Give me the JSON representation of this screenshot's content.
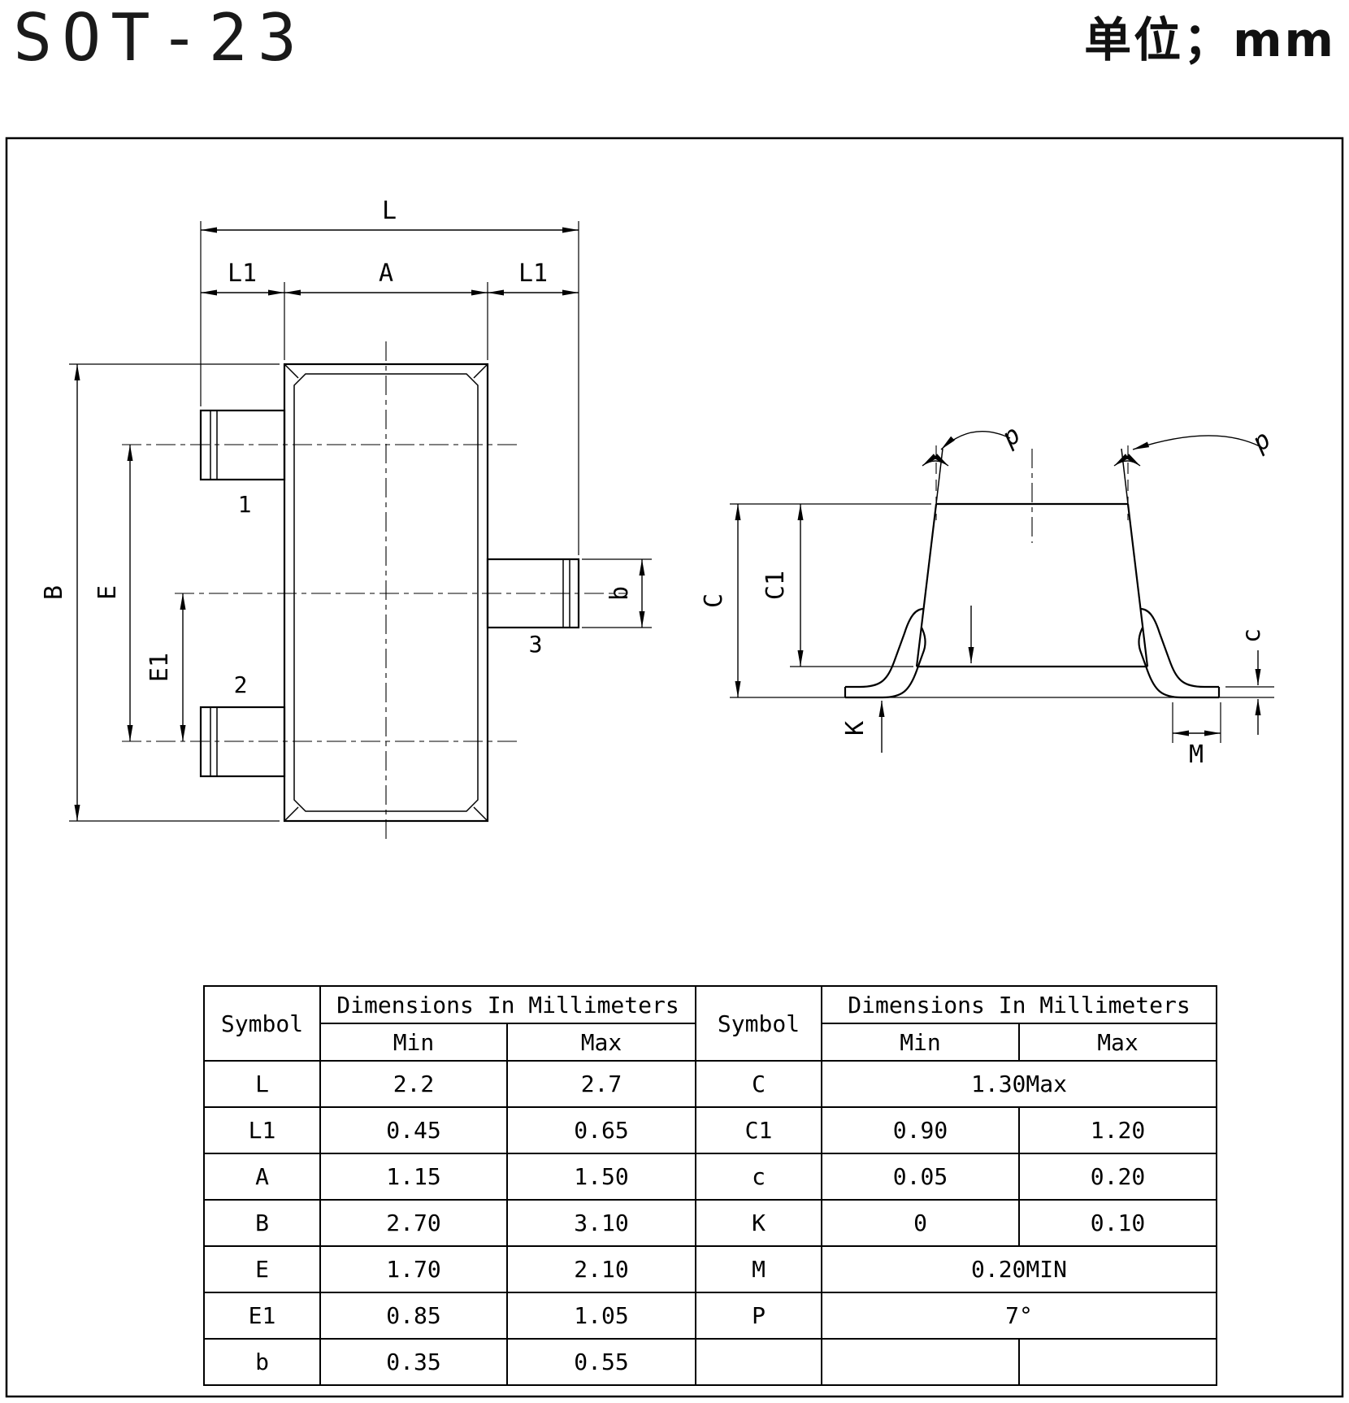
{
  "header": {
    "title": "SOT-23",
    "unit_label": "单位；mm"
  },
  "top_view": {
    "dim_L": "L",
    "dim_L1_left": "L1",
    "dim_A": "A",
    "dim_L1_right": "L1",
    "dim_B": "B",
    "dim_E": "E",
    "dim_E1": "E1",
    "dim_b": "b",
    "pin1": "1",
    "pin2": "2",
    "pin3": "3"
  },
  "side_view": {
    "dim_p_left": "p",
    "dim_p_right": "p",
    "dim_C": "C",
    "dim_C1": "C1",
    "dim_c": "c",
    "dim_K": "K",
    "dim_M": "M"
  },
  "table": {
    "symbol_header_left": "Symbol",
    "symbol_header_right": "Symbol",
    "dims_header_left": "Dimensions In Millimeters",
    "dims_header_right": "Dimensions In Millimeters",
    "min_header_left": "Min",
    "max_header_left": "Max",
    "min_header_right": "Min",
    "max_header_right": "Max",
    "left_rows": [
      {
        "symbol": "L",
        "min": "2.2",
        "max": "2.7"
      },
      {
        "symbol": "L1",
        "min": "0.45",
        "max": "0.65"
      },
      {
        "symbol": "A",
        "min": "1.15",
        "max": "1.50"
      },
      {
        "symbol": "B",
        "min": "2.70",
        "max": "3.10"
      },
      {
        "symbol": "E",
        "min": "1.70",
        "max": "2.10"
      },
      {
        "symbol": "E1",
        "min": "0.85",
        "max": "1.05"
      },
      {
        "symbol": "b",
        "min": "0.35",
        "max": "0.55"
      }
    ],
    "right_rows": [
      {
        "symbol": "C",
        "span": "1.30Max"
      },
      {
        "symbol": "C1",
        "min": "0.90",
        "max": "1.20"
      },
      {
        "symbol": "c",
        "min": "0.05",
        "max": "0.20"
      },
      {
        "symbol": "K",
        "min": "0",
        "max": "0.10"
      },
      {
        "symbol": "M",
        "span": "0.20MIN"
      },
      {
        "symbol": "P",
        "span": "7°"
      },
      {
        "symbol": "",
        "min": "",
        "max": ""
      }
    ]
  }
}
